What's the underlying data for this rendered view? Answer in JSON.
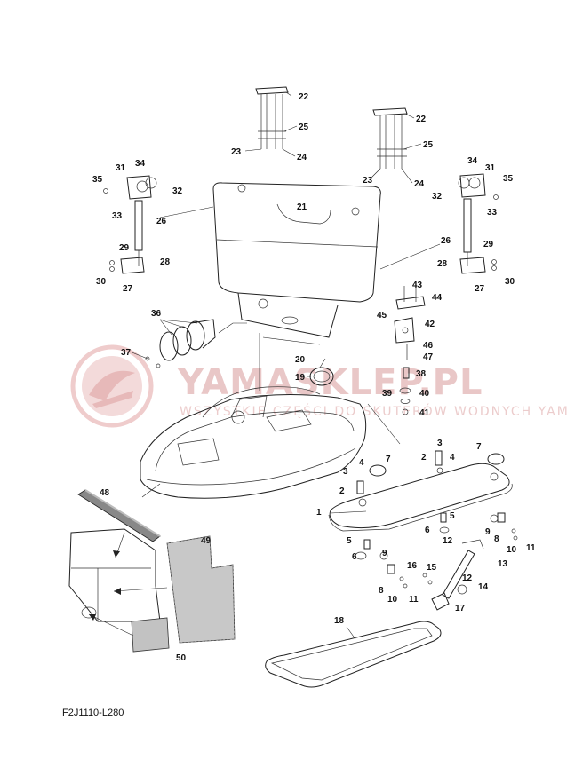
{
  "diagram": {
    "code": "F2J1110-L280",
    "watermark": {
      "brand": "YAMASKLEP.PL",
      "tagline": "WSZYSTKIE CZĘŚCI DO SKUTERÓW WODNYCH YAMAHA"
    },
    "callouts": {
      "p1": "1",
      "p2a": "2",
      "p2b": "2",
      "p3a": "3",
      "p3b": "3",
      "p4a": "4",
      "p4b": "4",
      "p5a": "5",
      "p5b": "5",
      "p6a": "6",
      "p6b": "6",
      "p7a": "7",
      "p7b": "7",
      "p8a": "8",
      "p8b": "8",
      "p9a": "9",
      "p9b": "9",
      "p10a": "10",
      "p10b": "10",
      "p11a": "11",
      "p11b": "11",
      "p12a": "12",
      "p12b": "12",
      "p13": "13",
      "p14": "14",
      "p15": "15",
      "p16": "16",
      "p17": "17",
      "p18": "18",
      "p19": "19",
      "p20": "20",
      "p21": "21",
      "p22a": "22",
      "p22b": "22",
      "p23a": "23",
      "p23b": "23",
      "p24a": "24",
      "p24b": "24",
      "p25a": "25",
      "p25b": "25",
      "p26a": "26",
      "p26b": "26",
      "p27a": "27",
      "p27b": "27",
      "p28a": "28",
      "p28b": "28",
      "p29a": "29",
      "p29b": "29",
      "p30a": "30",
      "p30b": "30",
      "p31a": "31",
      "p31b": "31",
      "p32a": "32",
      "p32b": "32",
      "p33a": "33",
      "p33b": "33",
      "p34a": "34",
      "p34b": "34",
      "p35a": "35",
      "p35b": "35",
      "p36": "36",
      "p37": "37",
      "p38": "38",
      "p39": "39",
      "p40": "40",
      "p41": "41",
      "p42": "42",
      "p43": "43",
      "p44": "44",
      "p45": "45",
      "p46": "46",
      "p47": "47",
      "p48": "48",
      "p49": "49",
      "p50": "50"
    }
  }
}
